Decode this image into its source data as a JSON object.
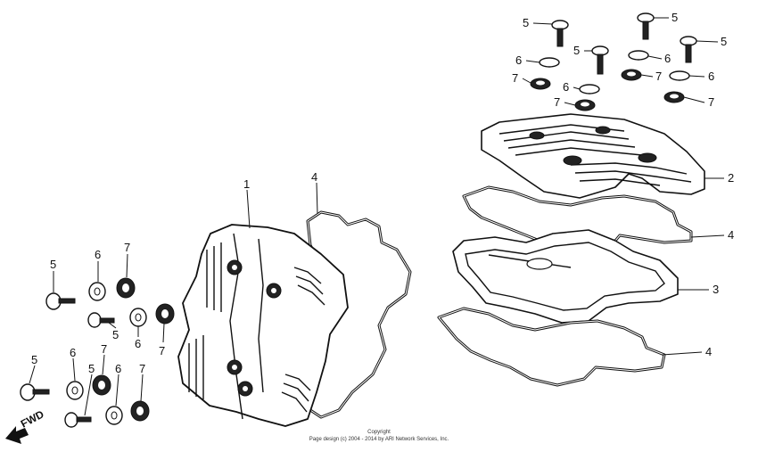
{
  "diagram": {
    "labels": {
      "l1": "1",
      "l2": "2",
      "l3": "3",
      "l4a": "4",
      "l4b": "4",
      "l4c": "4",
      "r5a": "5",
      "r5b": "5",
      "r5c": "5",
      "r5d": "5",
      "r6a": "6",
      "r6b": "6",
      "r6c": "6",
      "r6d": "6",
      "r7a": "7",
      "r7b": "7",
      "r7c": "7",
      "r7d": "7",
      "f5a": "5",
      "f5b": "5",
      "f5c": "5",
      "f5d": "5",
      "f6a": "6",
      "f6b": "6",
      "f6c": "6",
      "f6d": "6",
      "f7a": "7",
      "f7b": "7",
      "f7c": "7",
      "f7d": "7"
    },
    "fwd_label": "FWD",
    "copyright_line1": "Copyright",
    "copyright_line2": "Page design (c) 2004 - 2014 by ARI Network Services, Inc."
  }
}
